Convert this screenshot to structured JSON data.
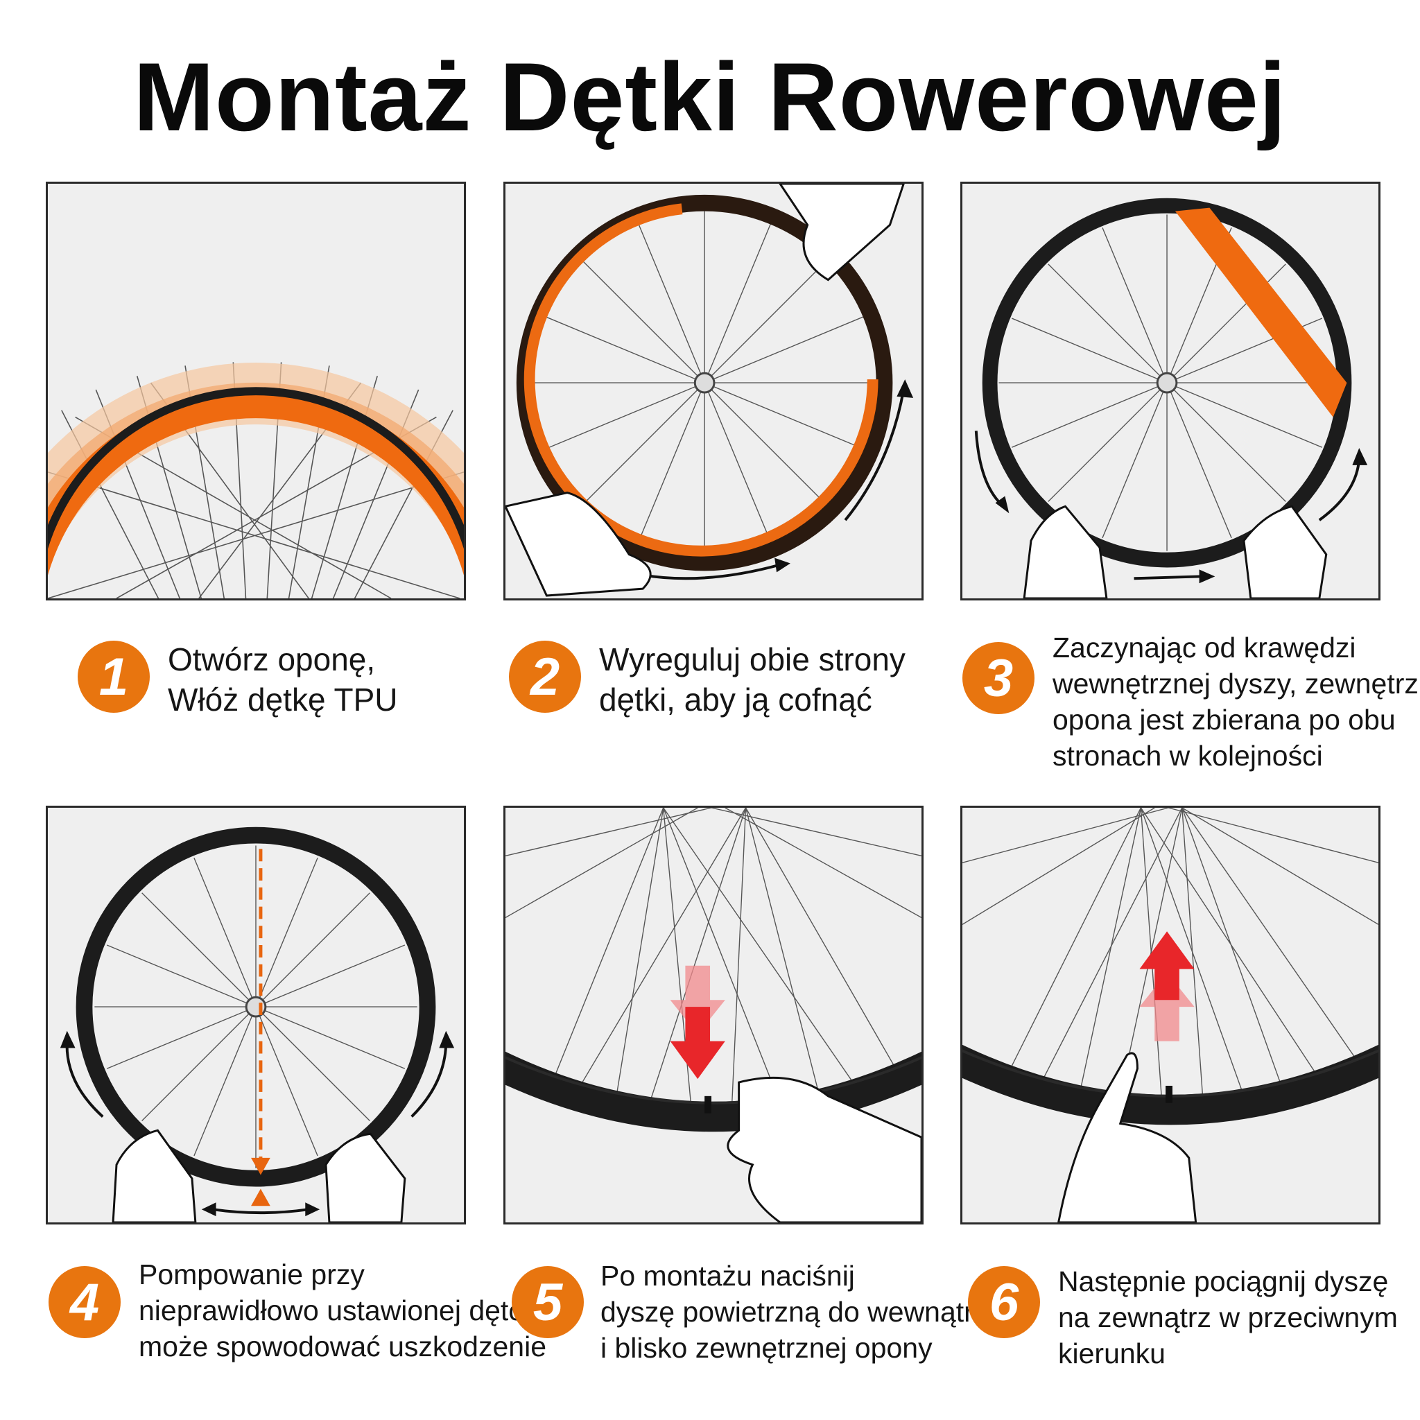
{
  "title": "Montaż Dętki Rowerowej",
  "colors": {
    "accent": "#e8750f",
    "tire": "#1c1c1c",
    "arrow_red": "#e8262a",
    "panel_bg": "#efefef"
  },
  "steps": [
    {
      "number": "1",
      "lines": [
        "Otwórz oponę,",
        "Włóż dętkę TPU"
      ]
    },
    {
      "number": "2",
      "lines": [
        "Wyreguluj obie strony",
        "dętki, aby ją cofnąć"
      ]
    },
    {
      "number": "3",
      "lines": [
        "Zaczynając od krawędzi",
        "wewnętrznej dyszy, zewnętrzna",
        "opona jest zbierana po obu",
        "stronach w kolejności"
      ]
    },
    {
      "number": "4",
      "lines": [
        "Pompowanie przy",
        "nieprawidłowo ustawionej dętce",
        "może spowodować uszkodzenie"
      ]
    },
    {
      "number": "5",
      "lines": [
        "Po montażu naciśnij",
        "dyszę powietrzną do wewnątrz",
        "i blisko zewnętrznej opony"
      ]
    },
    {
      "number": "6",
      "lines": [
        "Następnie pociągnij dyszę",
        "na zewnątrz w przeciwnym",
        "kierunku"
      ]
    }
  ]
}
